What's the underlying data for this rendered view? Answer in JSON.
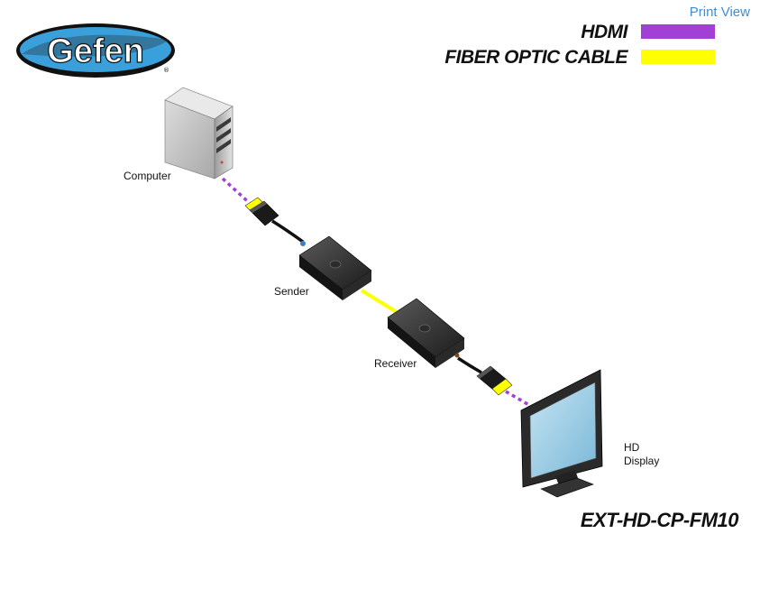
{
  "header": {
    "logo_text": "Gefen",
    "print_view_label": "Print View"
  },
  "legend": {
    "items": [
      {
        "label": "HDMI",
        "color": "#a23fd4"
      },
      {
        "label": "FIBER OPTIC CABLE",
        "color": "#ffff00"
      }
    ]
  },
  "devices": {
    "computer": "Computer",
    "sender": "Sender",
    "receiver": "Receiver",
    "display_line1": "HD",
    "display_line2": "Display"
  },
  "model_number": "EXT-HD-CP-FM10",
  "colors": {
    "hdmi": "#a23fd4",
    "fiber": "#ffff00",
    "link": "#3a8fd6",
    "logo_blue": "#3aa0dc"
  }
}
